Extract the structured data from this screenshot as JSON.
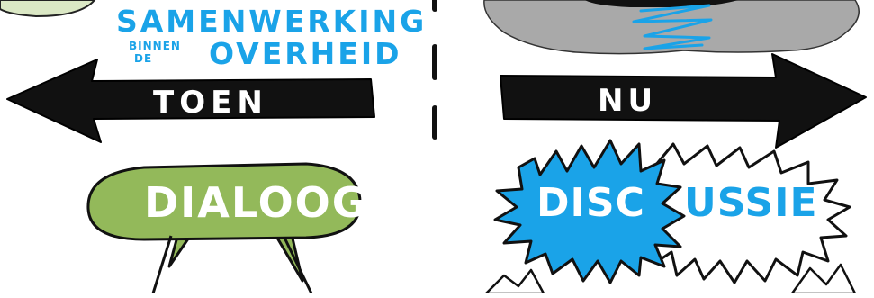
{
  "colors": {
    "blue_text": "#1aa3e8",
    "green_fill": "#93b95a",
    "light_green": "#dbe8c5",
    "gray_cloud": "#a9a9a9",
    "black": "#111111",
    "white": "#ffffff"
  },
  "left": {
    "heading_line1": "SAMENWERKING",
    "heading_small_top": "BINNEN",
    "heading_small_bottom": "DE",
    "heading_line2": "OVERHEID",
    "arrow_label": "TOEN",
    "bubble_label": "DIALOOG"
  },
  "right": {
    "arrow_label": "NU",
    "burst_left_label": "DISC",
    "burst_right_label": "USSIE"
  }
}
